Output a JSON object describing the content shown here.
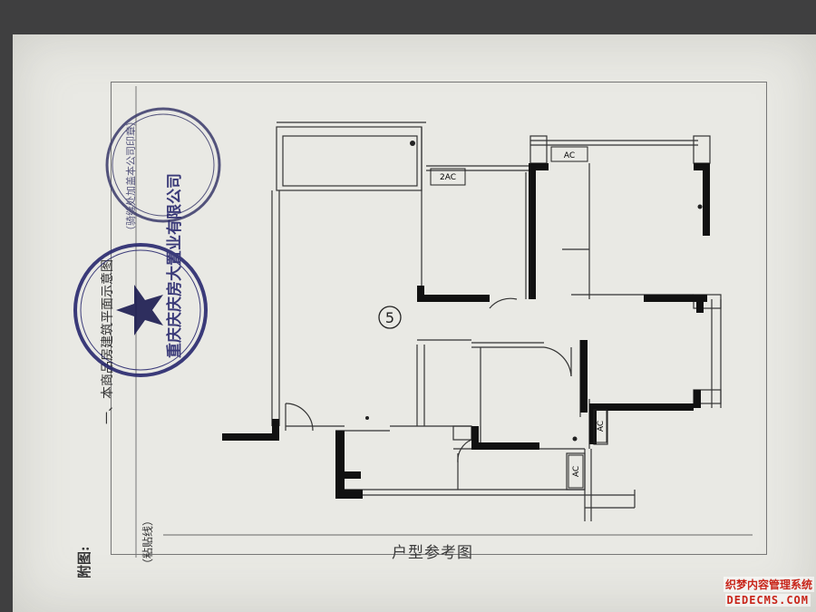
{
  "document": {
    "attachment_label": "附图:",
    "heading": "一、本商品房建筑平面示意图",
    "paste_line_label": "（粘贴线）",
    "unit_number": "5",
    "caption": "户型参考图"
  },
  "labels": {
    "ac_top": "AC",
    "ac_2": "2AC",
    "ac_right": "AC",
    "ac_bottom": "AC"
  },
  "stamps": {
    "round_seal_text": "重庆庆庆房大置业有限公司",
    "top_seal_text": "（骑缝处加盖本公司印章）"
  },
  "watermark": {
    "brand": "织梦内容管理系统",
    "url": "DEDECMS.COM"
  },
  "colors": {
    "paper": "#e9e9e4",
    "background": "#3f3f40",
    "wall": "#111111",
    "seal": "#28286e",
    "watermark": "#c8251a"
  }
}
